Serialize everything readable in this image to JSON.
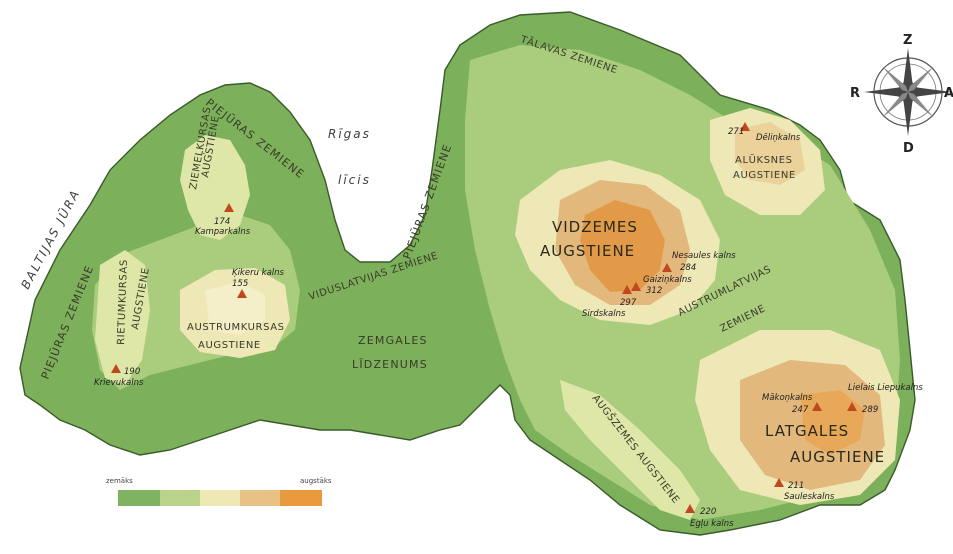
{
  "sea_labels": {
    "baltic": "BALTIJAS JŪRA",
    "gulf_1": "Rīgas",
    "gulf_2": "līcis"
  },
  "regions": {
    "piejuras_west": "PIEJŪRAS ZEMIENE",
    "piejuras_north": "PIEJŪRAS ZEMIENE",
    "piejuras_east": "PIEJŪRAS ZEMIENE",
    "talavas": "TĀLAVAS ZEMIENE",
    "ziemelkursas": [
      "ZIEMEĻKURSAS",
      "AUGSTIENE"
    ],
    "rietumkursas": [
      "RIETUMKURSAS",
      "AUGSTIENE"
    ],
    "austrumkursas": [
      "AUSTRUMKURSAS",
      "AUGSTIENE"
    ],
    "viduslatvijas": "VIDUSLATVIJAS ZEMIENE",
    "zemgales": [
      "ZEMGALES",
      "LĪDZENUMS"
    ],
    "vidzemes": [
      "VIDZEMES",
      "AUGSTIENE"
    ],
    "austrumlatvijas": [
      "AUSTRUMLATVIJAS",
      "ZEMIENE"
    ],
    "aluksnes": [
      "ALŪKSNES",
      "AUGSTIENE"
    ],
    "augszemes": "AUGŠZEMES AUGSTIENE",
    "latgales": [
      "LATGALES",
      "AUGSTIENE"
    ]
  },
  "peaks": [
    {
      "name": "Kamparkalns",
      "height": "174"
    },
    {
      "name": "Ķikeru kalns",
      "height": "155"
    },
    {
      "name": "Krievukalns",
      "height": "190"
    },
    {
      "name": "Dēliņkalns",
      "height": "271"
    },
    {
      "name": "Nesaules kalns",
      "height": "284"
    },
    {
      "name": "Gaiziņkalns",
      "height": "312"
    },
    {
      "name": "Sirdskalns",
      "height": "297"
    },
    {
      "name": "Mākoņkalns",
      "height": "247"
    },
    {
      "name": "Lielais Liepukalns",
      "height": "289"
    },
    {
      "name": "Sauleskalns",
      "height": "211"
    },
    {
      "name": "Egļu kalns",
      "height": "220"
    }
  ],
  "legend": {
    "low": "zemāks",
    "high": "augstāks",
    "colors": [
      "#7fb35f",
      "#b9d48a",
      "#eee8b4",
      "#e8c185",
      "#e89a3c"
    ]
  },
  "compass": {
    "n": "Z",
    "s": "D",
    "w": "R",
    "e": "A"
  },
  "colors": {
    "lowland": "#7cb05a",
    "plain": "#a9cd7c",
    "upland": "#eee8b6",
    "hill": "#e3b87d",
    "peak_area": "#e39a48",
    "peak_marker": "#c0481e"
  }
}
